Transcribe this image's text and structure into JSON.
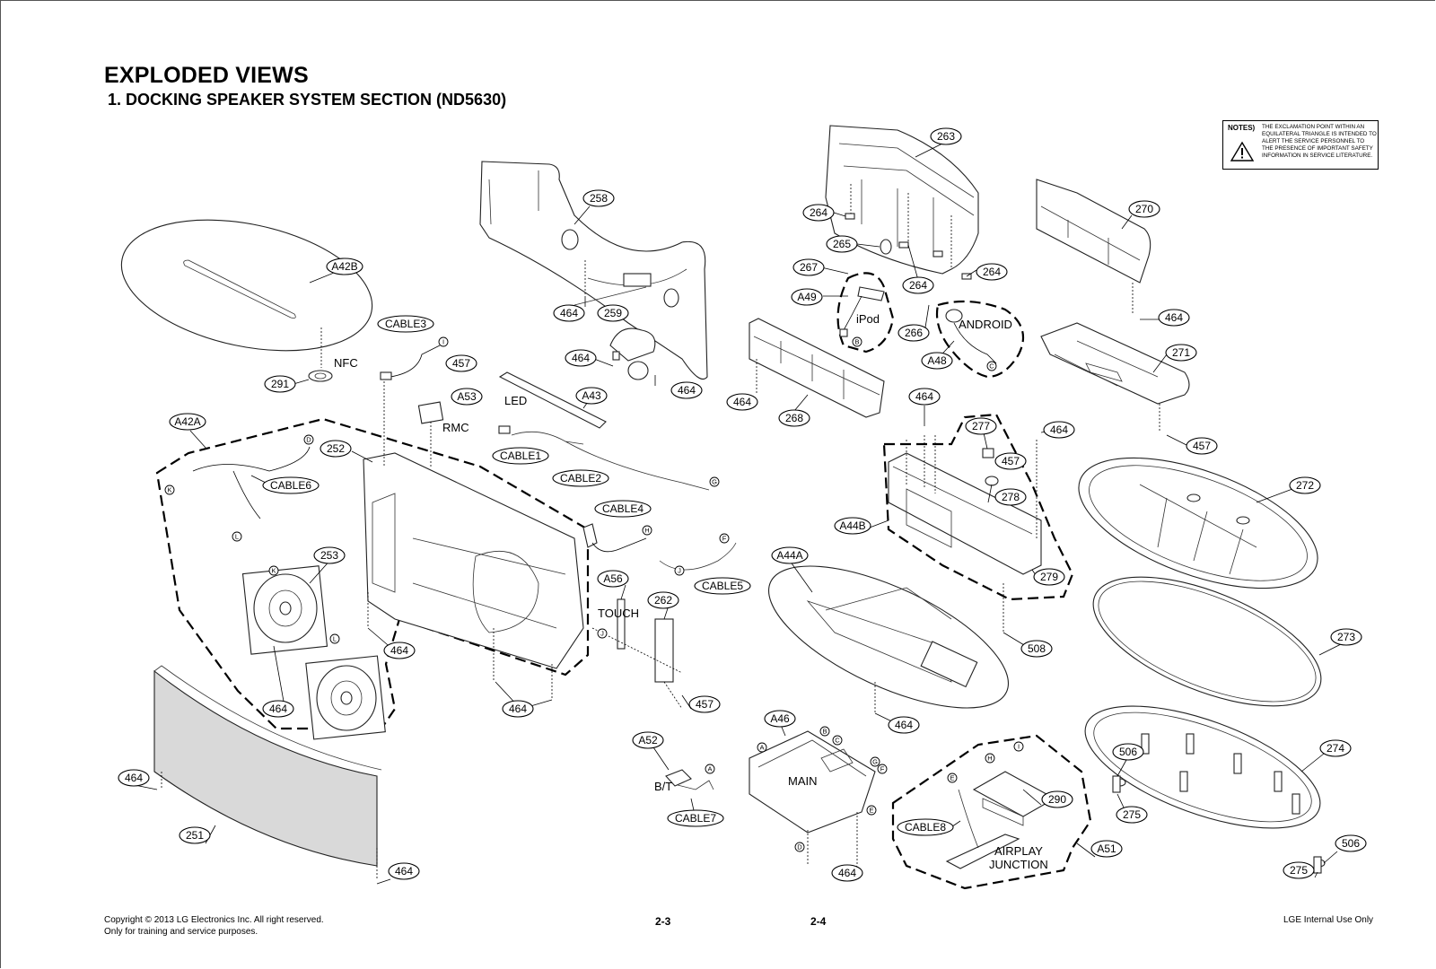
{
  "title": "EXPLODED VIEWS",
  "subtitle": "1. DOCKING SPEAKER SYSTEM SECTION (ND5630)",
  "notes": {
    "label": "NOTES)",
    "text": "THE EXCLAMATION POINT WITHIN AN EQUILATERAL TRIANGLE IS INTENDED TO ALERT THE SERVICE PERSONNEL TO THE PRESENCE OF IMPORTANT SAFETY INFORMATION IN SERVICE LITERATURE.",
    "icon": "warning-triangle-icon"
  },
  "footer": {
    "copyright_line1": "Copyright © 2013 LG Electronics Inc. All right reserved.",
    "copyright_line2": "Only for training and service purposes.",
    "page_left": "2-3",
    "page_right": "2-4",
    "internal": "LGE Internal Use Only"
  },
  "callouts": {
    "c263": "263",
    "c258": "258",
    "c270": "270",
    "c264a": "264",
    "c265": "265",
    "c264b": "264",
    "c264c": "264",
    "c267": "267",
    "c A42B": "A42B",
    "cA49": "A49",
    "c464a": "464",
    "c259": "259",
    "cCABLE3": "CABLE3",
    "c266": "266",
    "cA48": "A48",
    "c464b": "464",
    "c271": "271",
    "c457a": "457",
    "c464c": "464",
    "c464d": "464",
    "c291": "291",
    "cA53": "A53",
    "cA43": "A43",
    "c464e": "464",
    "c268": "268",
    "c464f": "464",
    "c464g": "464",
    "c457b": "457",
    "cA42A": "A42A",
    "c277": "277",
    "c252": "252",
    "cCABLE1": "CABLE1",
    "c457c": "457",
    "cCABLE6": "CABLE6",
    "cCABLE2": "CABLE2",
    "c278": "278",
    "c272": "272",
    "cCABLE4": "CABLE4",
    "cA44B": "A44B",
    "c253": "253",
    "cA44A": "A44A",
    "cCABLE5": "CABLE5",
    "c279": "279",
    "cA56": "A56",
    "c262": "262",
    "c464h": "464",
    "c508": "508",
    "c273": "273",
    "c464i": "464",
    "c464j": "464",
    "c457d": "457",
    "c464k": "464",
    "cA46": "A46",
    "cA52": "A52",
    "c274": "274",
    "c464l": "464",
    "c506a": "506",
    "c290": "290",
    "c275a": "275",
    "c251": "251",
    "cCABLE7": "CABLE7",
    "cCABLE8": "CABLE8",
    "cA51": "A51",
    "c506b": "506",
    "c464m": "464",
    "c464n": "464",
    "c275b": "275"
  },
  "labels": {
    "nfc": "NFC",
    "ipod": "iPod",
    "android": "ANDROID",
    "led": "LED",
    "rmc": "RMC",
    "touch": "TOUCH",
    "main": "MAIN",
    "bt": "B/T",
    "airplay1": "AIRPLAY",
    "airplay2": "JUNCTION"
  },
  "markers": {
    "m1": "I",
    "m2": "B",
    "m3": "C",
    "m4": "D",
    "m5": "K",
    "m6": "L",
    "m7": "K",
    "m8": "L",
    "m9": "G",
    "m10": "H",
    "m11": "F",
    "m12": "J",
    "m13": "J",
    "m14": "B",
    "m15": "C",
    "m16": "A",
    "m17": "G",
    "m18": "F",
    "m19": "E",
    "m20": "D",
    "m21": "A",
    "m22": "E",
    "m23": "H",
    "m24": "I"
  }
}
